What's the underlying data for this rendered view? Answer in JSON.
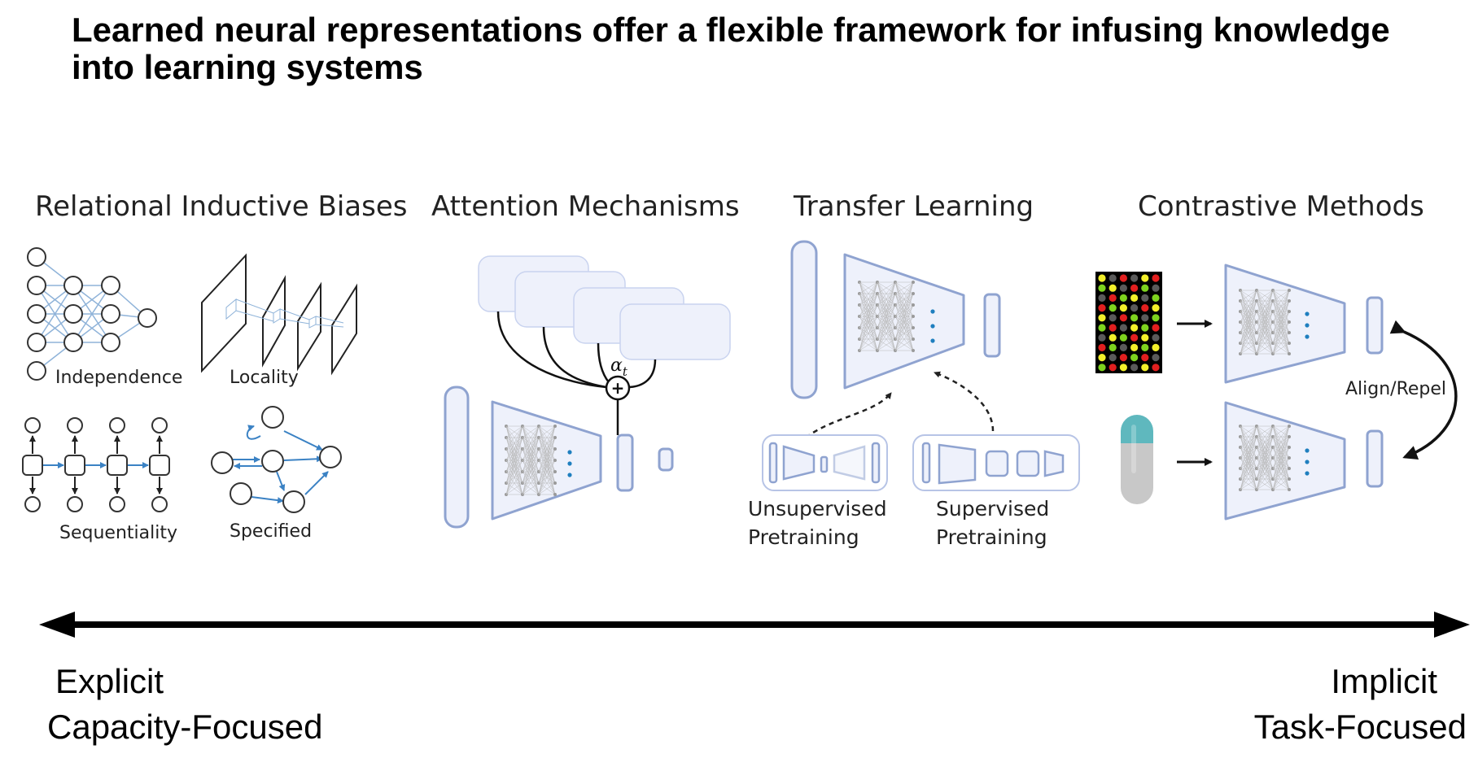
{
  "title": "Learned neural representations offer a flexible framework for infusing knowledge into learning systems",
  "sections": {
    "relational": {
      "heading": "Relational Inductive Biases",
      "labels": {
        "independence": "Independence",
        "locality": "Locality",
        "sequentiality": "Sequentiality",
        "specified": "Specified"
      }
    },
    "attention": {
      "heading": "Attention Mechanisms",
      "alpha_label": "α",
      "alpha_sub": "t",
      "plus": "+"
    },
    "transfer": {
      "heading": "Transfer Learning",
      "unsupervised": [
        "Unsupervised",
        "Pretraining"
      ],
      "supervised": [
        "Supervised",
        "Pretraining"
      ]
    },
    "contrastive": {
      "heading": "Contrastive Methods",
      "align_label": "Align/Repel"
    }
  },
  "axis": {
    "left": [
      "Explicit",
      "Capacity-Focused"
    ],
    "right": [
      "Implicit",
      "Task-Focused"
    ]
  },
  "colors": {
    "block_fill": "#eef1fb",
    "block_stroke": "#8fa3d0",
    "link_blue": "#3b82c4",
    "heat_red": "#e21f1f",
    "heat_yellow": "#f2ef2a",
    "heat_green": "#7ed31e",
    "heat_gray": "#5a5a5a",
    "pill_teal": "#5fb8be",
    "pill_gray": "#c8c8c8"
  }
}
